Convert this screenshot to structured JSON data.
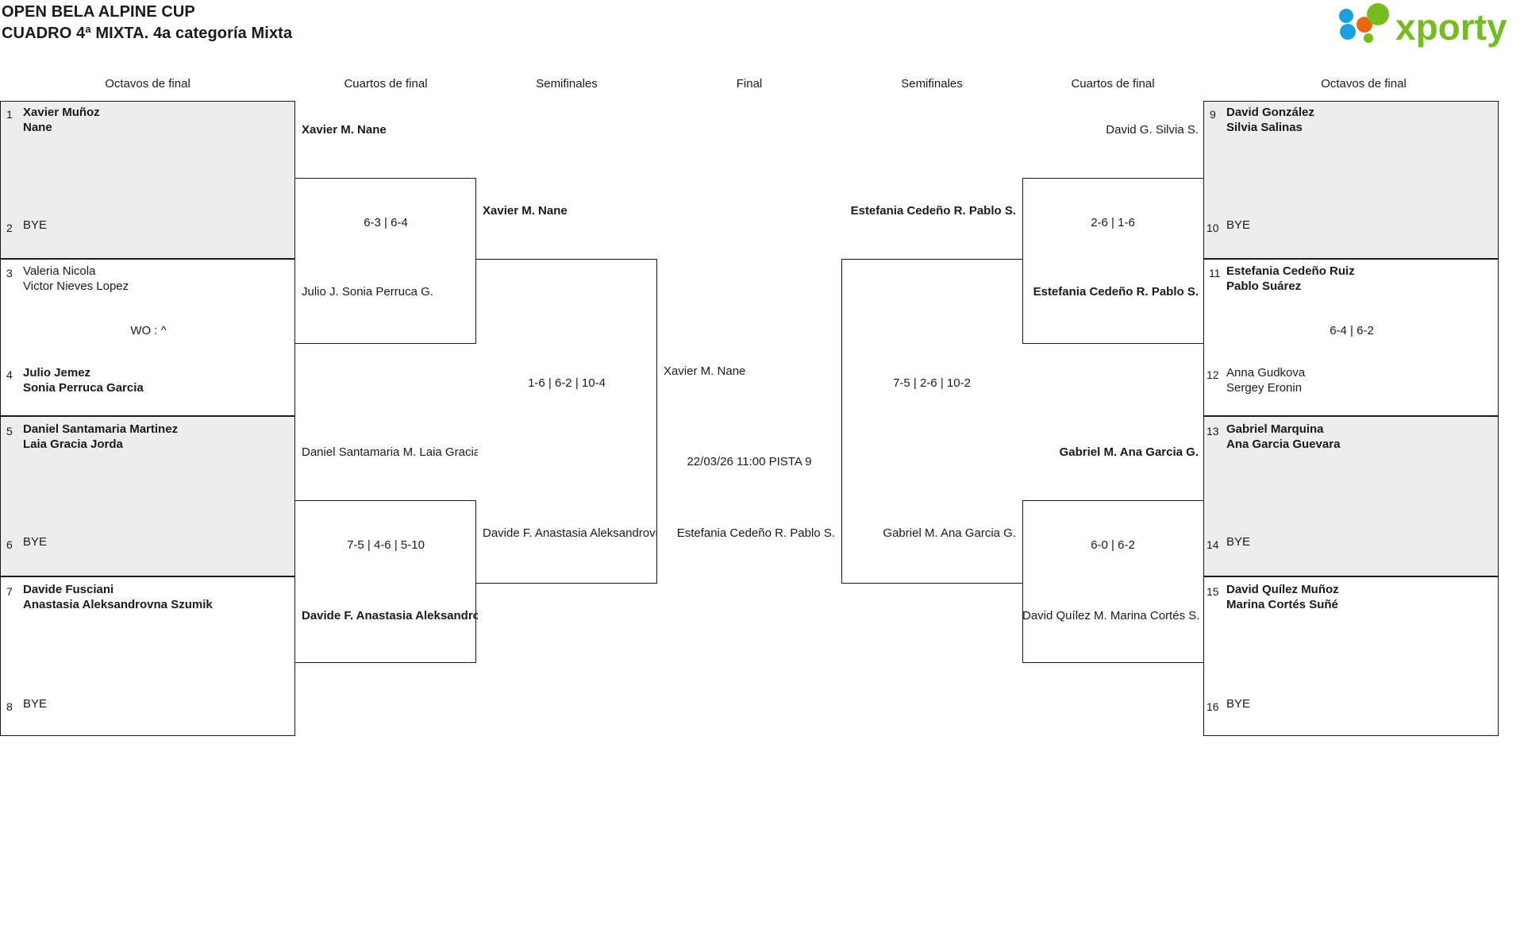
{
  "header": {
    "title_line1": "OPEN BELA ALPINE CUP",
    "title_line2": "CUADRO 4ª MIXTA. 4a categoría Mixta",
    "logo_text": "xporty",
    "logo_colors": {
      "green": "#76bc21",
      "blue": "#1ba0e2",
      "orange": "#e8690b"
    }
  },
  "rounds": {
    "left_r16": "Octavos de final",
    "left_qf": "Cuartos de final",
    "left_sf": "Semifinales",
    "final": "Final",
    "right_sf": "Semifinales",
    "right_qf": "Cuartos de final",
    "right_r16": "Octavos de final"
  },
  "bye_label": "BYE",
  "left": {
    "seeds": [
      {
        "num": "1",
        "line1": "Xavier Muñoz",
        "line2": "Nane",
        "bold": true,
        "shaded": true,
        "bye": false
      },
      {
        "num": "2",
        "line1": "BYE",
        "line2": "",
        "bold": false,
        "shaded": true,
        "bye": true
      },
      {
        "num": "3",
        "line1": "Valeria Nicola",
        "line2": "Victor Nieves Lopez",
        "bold": false,
        "shaded": false,
        "bye": false
      },
      {
        "num": "4",
        "line1": "Julio Jemez",
        "line2": "Sonia Perruca Garcia",
        "bold": true,
        "shaded": false,
        "bye": false
      },
      {
        "num": "5",
        "line1": "Daniel Santamaria Martinez",
        "line2": "Laia Gracia Jorda",
        "bold": true,
        "shaded": true,
        "bye": false
      },
      {
        "num": "6",
        "line1": "BYE",
        "line2": "",
        "bold": false,
        "shaded": true,
        "bye": true
      },
      {
        "num": "7",
        "line1": "Davide Fusciani",
        "line2": "Anastasia Aleksandrovna Szumik",
        "bold": true,
        "shaded": false,
        "bye": false
      },
      {
        "num": "8",
        "line1": "BYE",
        "line2": "",
        "bold": false,
        "shaded": false,
        "bye": true
      }
    ],
    "r16_scores": [
      "",
      "WO : ^",
      "",
      ""
    ],
    "qf": [
      {
        "line1": "Xavier M.",
        "line2": "Nane",
        "bold": true
      },
      {
        "line1": "Julio J.",
        "line2": "Sonia Perruca G.",
        "bold": false
      },
      {
        "line1": "Daniel Santamaria M.",
        "line2": "Laia Gracia J.",
        "bold": false
      },
      {
        "line1": "Davide F.",
        "line2": "Anastasia Aleksandrovna Szumik",
        "bold": true
      }
    ],
    "qf_scores": [
      "6-3 | 6-4",
      "7-5 | 4-6 | 5-10"
    ],
    "sf": [
      {
        "line1": "Xavier M.",
        "line2": "Nane",
        "bold": true
      },
      {
        "line1": "Davide F.",
        "line2": "Anastasia Aleksandrovna Szumik",
        "bold": false
      }
    ],
    "sf_scores": [
      "1-6 | 6-2 | 10-4"
    ]
  },
  "right": {
    "seeds": [
      {
        "num": "9",
        "line1": "David González",
        "line2": "Silvia Salinas",
        "bold": true,
        "shaded": true,
        "bye": false
      },
      {
        "num": "10",
        "line1": "BYE",
        "line2": "",
        "bold": false,
        "shaded": true,
        "bye": true
      },
      {
        "num": "11",
        "line1": "Estefania Cedeño Ruiz",
        "line2": "Pablo Suárez",
        "bold": true,
        "shaded": false,
        "bye": false
      },
      {
        "num": "12",
        "line1": "Anna Gudkova",
        "line2": "Sergey Eronin",
        "bold": false,
        "shaded": false,
        "bye": false
      },
      {
        "num": "13",
        "line1": "Gabriel Marquina",
        "line2": "Ana Garcia Guevara",
        "bold": true,
        "shaded": true,
        "bye": false
      },
      {
        "num": "14",
        "line1": "BYE",
        "line2": "",
        "bold": false,
        "shaded": true,
        "bye": true
      },
      {
        "num": "15",
        "line1": "David Quílez Muñoz",
        "line2": "Marina Cortés Suñé",
        "bold": true,
        "shaded": false,
        "bye": false
      },
      {
        "num": "16",
        "line1": "BYE",
        "line2": "",
        "bold": false,
        "shaded": false,
        "bye": true
      }
    ],
    "r16_scores": [
      "",
      "6-4 | 6-2",
      "",
      ""
    ],
    "qf": [
      {
        "line1": "David G.",
        "line2": "Silvia S.",
        "bold": false
      },
      {
        "line1": "Estefania Cedeño R.",
        "line2": "Pablo S.",
        "bold": true
      },
      {
        "line1": "Gabriel M.",
        "line2": "Ana Garcia G.",
        "bold": true
      },
      {
        "line1": "David Quílez M.",
        "line2": "Marina Cortés S.",
        "bold": false
      }
    ],
    "qf_scores": [
      "2-6 | 1-6",
      "6-0 | 6-2"
    ],
    "sf": [
      {
        "line1": "Estefania Cedeño R.",
        "line2": "Pablo S.",
        "bold": true
      },
      {
        "line1": "Gabriel M.",
        "line2": "Ana Garcia G.",
        "bold": false
      }
    ],
    "sf_scores": [
      "7-5 | 2-6 | 10-2"
    ]
  },
  "final": {
    "top": {
      "line1": "Xavier M.",
      "line2": "Nane",
      "bold": false
    },
    "bottom": {
      "line1": "Estefania Cedeño R.",
      "line2": "Pablo S.",
      "bold": false
    },
    "schedule": "22/03/26 11:00 PISTA 9"
  }
}
